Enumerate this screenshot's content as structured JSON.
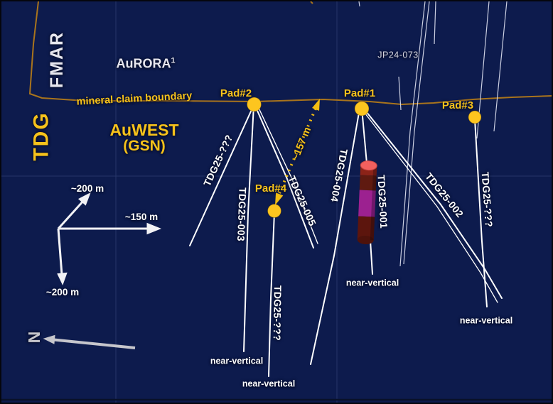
{
  "viewport": {
    "claims": {
      "fmar": "FMAR",
      "tdg": "TDG",
      "aurora": "AuRORA",
      "aurora_sup": "1",
      "auwest": "AuWEST",
      "auwest_gsn": "(GSN)",
      "boundary_label": "mineral claim boundary"
    },
    "pads": [
      {
        "label": "Pad#2"
      },
      {
        "label": "Pad#1"
      },
      {
        "label": "Pad#3"
      },
      {
        "label": "Pad#4"
      }
    ],
    "planned_holes": [
      {
        "label": "TDG25-???"
      },
      {
        "label": "TDG25-003"
      },
      {
        "label": "TDG25-005"
      },
      {
        "label": "TDG25-???"
      },
      {
        "label": "TDG25-004"
      },
      {
        "label": "TDG25-001"
      },
      {
        "label": "TDG25-002"
      },
      {
        "label": "TDG25-???"
      }
    ],
    "existing_hole_label": "JP24-073",
    "near_vertical": "near-vertical",
    "distance_label": "~157 m",
    "scale": {
      "up": "~200 m",
      "right": "~150 m",
      "down": "~200 m"
    },
    "north_label": "N",
    "colors": {
      "background": "#0d1b4d",
      "accent_yellow": "#f6c21b",
      "boundary_orange": "#a9741c",
      "hole_white": "#ffffff",
      "cylinder_red": "#f2605e",
      "cylinder_magenta": "#9c2190",
      "cylinder_maroon": "#5f1a10"
    }
  }
}
